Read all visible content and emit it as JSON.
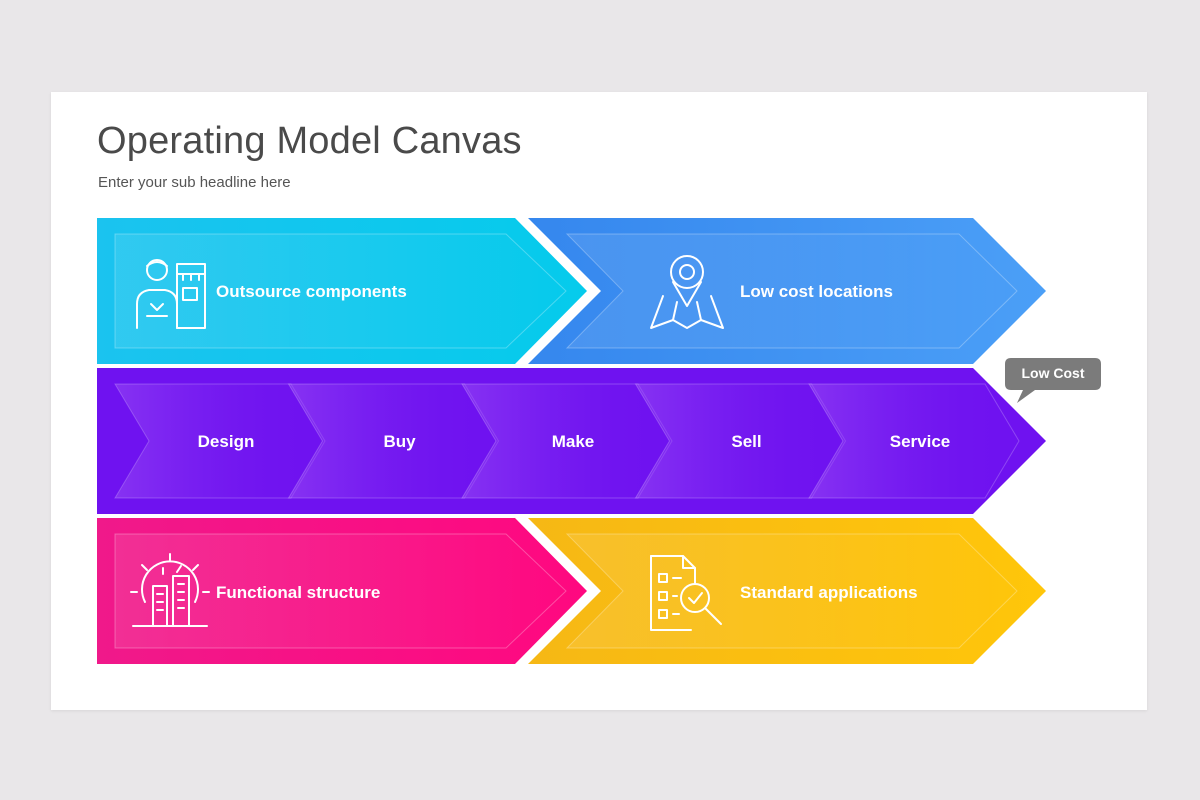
{
  "header": {
    "title": "Operating Model Canvas",
    "subtitle": "Enter your sub headline here"
  },
  "top_row": {
    "left": {
      "label": "Outsource components",
      "icon": "seller-store-icon",
      "color_start": "#15c6f0",
      "color_end": "#0cc9ec"
    },
    "right": {
      "label": "Low cost locations",
      "icon": "location-map-icon",
      "color_start": "#3a8ff0",
      "color_end": "#4a9cf6"
    }
  },
  "middle_row": {
    "color": "#7112f0",
    "stages": [
      {
        "label": "Design"
      },
      {
        "label": "Buy"
      },
      {
        "label": "Make"
      },
      {
        "label": "Sell"
      },
      {
        "label": "Service"
      }
    ]
  },
  "bottom_row": {
    "left": {
      "label": "Functional structure",
      "icon": "building-gear-icon",
      "color_start": "#f01788",
      "color_end": "#ff0a82"
    },
    "right": {
      "label": "Standard applications",
      "icon": "checklist-search-icon",
      "color_start": "#f8bd16",
      "color_end": "#ffc50a"
    }
  },
  "tooltip": {
    "label": "Low Cost",
    "color": "#7b7b7b"
  }
}
